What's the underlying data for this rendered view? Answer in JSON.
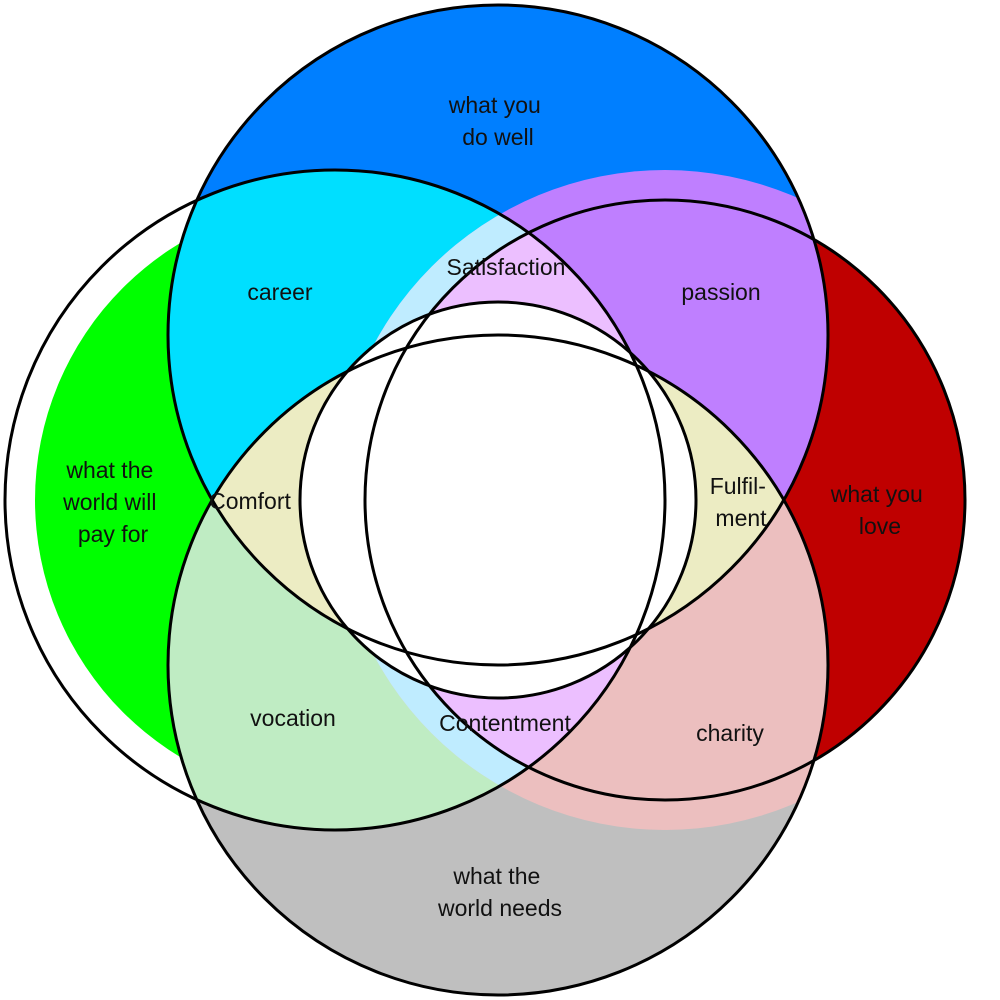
{
  "colors": {
    "top": "#007fff",
    "left": "#00ff00",
    "right": "#bf0000",
    "bottom": "#bfbfbf",
    "career": "#00dfff",
    "passion": "#bf7fff",
    "vocation": "#bfecc3",
    "charity": "#ecbfbf",
    "satisfaction": "#bfbfff",
    "comfort": "#bfecff",
    "fulfilment": "#ecbfff",
    "contentment": "#ececc3",
    "center": "#ffffff",
    "outline": "#000000"
  },
  "labels": {
    "top": [
      "what you",
      "do well"
    ],
    "left": [
      "what the",
      "world will",
      "pay for"
    ],
    "right": [
      "what you",
      "love"
    ],
    "bottom": [
      "what the",
      "world needs"
    ],
    "career": "career",
    "passion": "passion",
    "vocation": "vocation",
    "charity": "charity",
    "satisfaction": "Satisfaction",
    "comfort": "Comfort",
    "fulfilment": [
      "Fulfil-",
      "ment"
    ],
    "contentment": "Contentment"
  }
}
